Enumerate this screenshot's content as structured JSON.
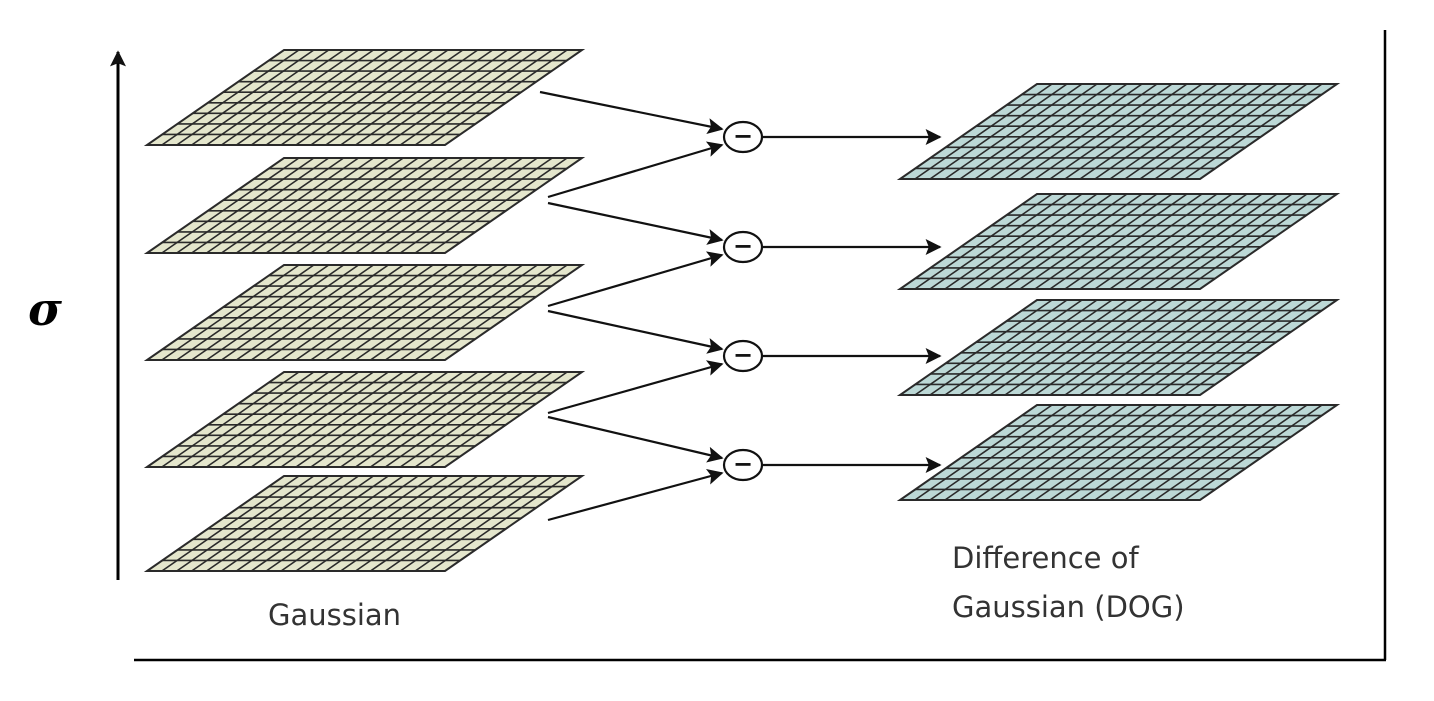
{
  "diagram": {
    "axis_symbol": "σ",
    "gaussian_label": "Gaussian",
    "dog_label_line1": "Difference of",
    "dog_label_line2": "Gaussian (DOG)",
    "operator_symbol": "−",
    "colors": {
      "gaussian_fill": "#e4e6cc",
      "dog_fill": "#bcd8d6",
      "grid_line": "#2a2a2a",
      "arrow": "#111111"
    },
    "gaussian_layer_count": 5,
    "dog_layer_count": 4
  }
}
